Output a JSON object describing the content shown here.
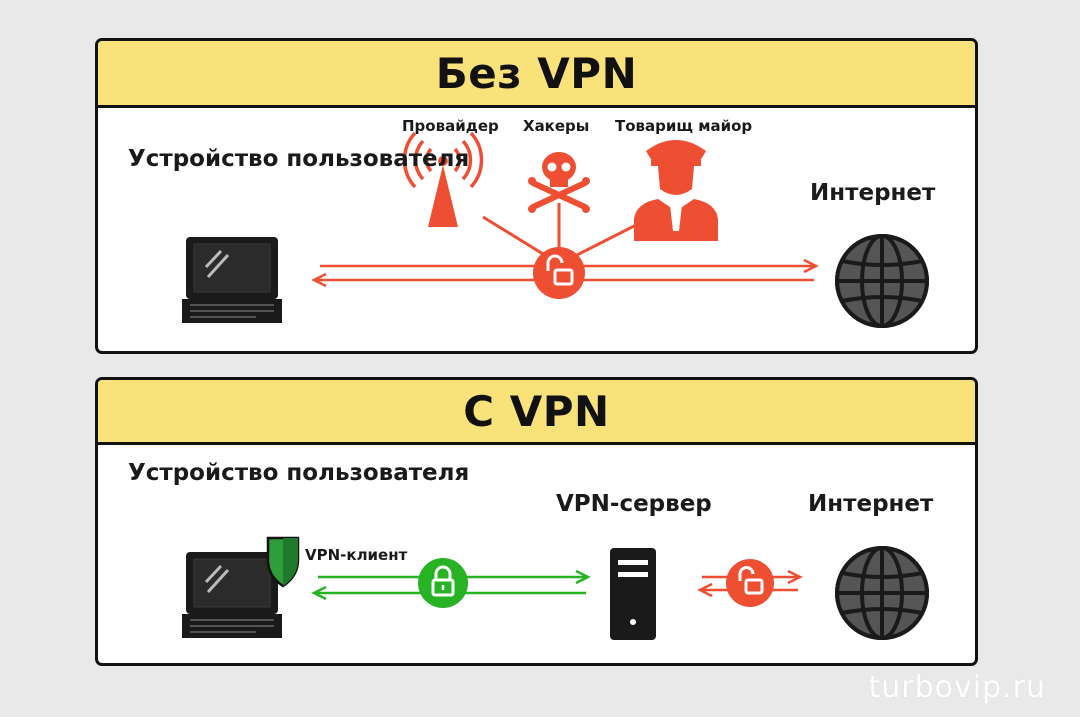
{
  "panels": [
    {
      "title": "Без VPN",
      "labels": {
        "device": "Устройство пользователя",
        "provider": "Провайдер",
        "hackers": "Хакеры",
        "major": "Товарищ майор",
        "internet": "Интернет"
      }
    },
    {
      "title": "С VPN",
      "labels": {
        "device": "Устройство пользователя",
        "vpn_client": "VPN-клиент",
        "vpn_server": "VPN-сервер",
        "internet": "Интернет"
      }
    }
  ],
  "colors": {
    "header_bg": "#f9e27a",
    "insecure": "#ee4e32",
    "secure": "#27b324",
    "shield": "#2e9e3a"
  },
  "watermark": "turbovip.ru"
}
